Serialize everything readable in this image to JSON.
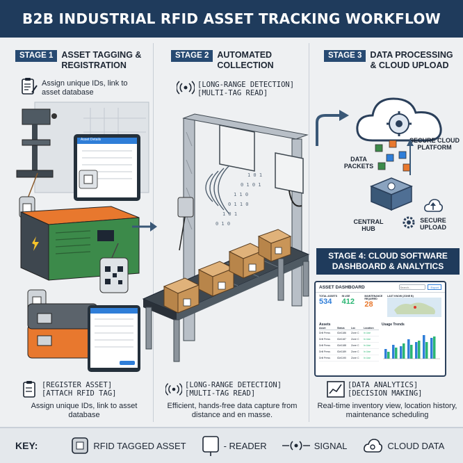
{
  "header": {
    "title": "B2B INDUSTRIAL RFID ASSET TRACKING WORKFLOW"
  },
  "stages": [
    {
      "tag": "STAGE 1",
      "name": "ASSET TAGGING & REGISTRATION"
    },
    {
      "tag": "STAGE 2",
      "name": "AUTOMATED COLLECTION"
    },
    {
      "tag": "STAGE 3",
      "name": "DATA PROCESSING & CLOUD UPLOAD"
    },
    {
      "tag": "STAGE 4:",
      "name": "CLOUD SOFTWARE DASHBOARD & ANALYTICS"
    }
  ],
  "stage1": {
    "top_note": "Assign unique IDs, link to asset database",
    "bracket": "[REGISTER ASSET] [ATTACH RFID TAG]",
    "bottom_note": "Assign unique IDs, link to asset database",
    "form_title": "Asset Details"
  },
  "stage2": {
    "top_bracket": "[LONG-RANGE DETECTION] [MULTI-TAG READ]",
    "bottom_bracket": "[LONG-RANGE DETECTION] [MULTI-TAG READ]",
    "bottom_note": "Efficient, hands-free data capture from distance and en masse."
  },
  "stage3": {
    "secure_cloud": "SECURE CLOUD PLATFORM",
    "data_packets": "DATA PACKETS",
    "central_hub": "CENTRAL HUB",
    "secure_upload": "SECURE UPLOAD"
  },
  "dashboard": {
    "title": "ASSET DASHBOARD",
    "search_placeholder": "Search...",
    "button": "Export",
    "stats": [
      {
        "label": "TOTAL ASSETS",
        "value": "534"
      },
      {
        "label": "IN USE",
        "value": "412"
      },
      {
        "label": "MAINTENANCE REQUIRED",
        "value": "28"
      }
    ],
    "map_label": "LAST KNOW (ZONE B)",
    "assets_label": "Assets",
    "trends_label": "Usage Trends",
    "table_headers": [
      "Asset",
      "Status",
      "Loc",
      "Location"
    ],
    "rows": [
      [
        "Drill Press",
        "ID#1186",
        "Zone C",
        "In Use"
      ],
      [
        "Drill Press",
        "ID#1187",
        "Zone C",
        "In Use"
      ],
      [
        "Drill Press",
        "ID#1188",
        "Zone C",
        "In Use"
      ],
      [
        "Drill Press",
        "ID#1189",
        "Zone C",
        "In Use"
      ],
      [
        "Drill Press",
        "ID#1190",
        "Zone C",
        "In Use"
      ]
    ],
    "bar_colors": [
      "#2f7ed8",
      "#2bb673"
    ]
  },
  "analytics": {
    "bracket": "[DATA ANALYTICS] [DECISION MAKING]",
    "note": "Real-time inventory view, location history, maintenance scheduling"
  },
  "key": {
    "title": "KEY:",
    "items": [
      "RFID TAGGED ASSET",
      "- READER",
      "SIGNAL",
      "CLOUD DATA"
    ]
  },
  "colors": {
    "navy": "#1f3b5c",
    "accent_blue": "#2f7ed8",
    "generator_orange": "#e8782e",
    "generator_green": "#3c8a4a"
  }
}
